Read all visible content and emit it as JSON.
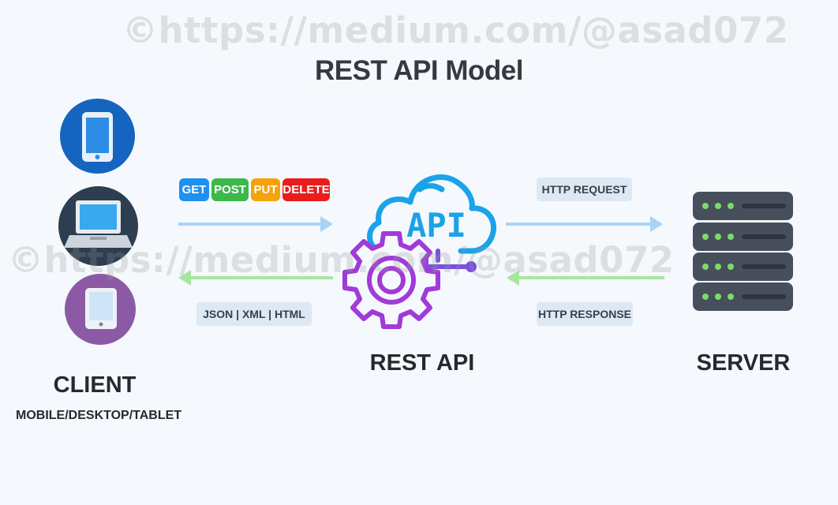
{
  "watermark": "©https://medium.com/@asad072",
  "title": "REST API Model",
  "client": {
    "label": "CLIENT",
    "sublabel": "MOBILE/DESKTOP/TABLET",
    "devices": [
      "mobile-icon",
      "laptop-icon",
      "tablet-icon"
    ]
  },
  "methods": [
    "GET",
    "POST",
    "PUT",
    "DELETE"
  ],
  "response_formats": "JSON | XML | HTML",
  "api": {
    "label": "REST API",
    "logo_text": "API"
  },
  "server": {
    "label": "SERVER"
  },
  "http_request": "HTTP REQUEST",
  "http_response": "HTTP RESPONSE",
  "colors": {
    "request_arrow": "#a9d2f7",
    "response_arrow": "#a8e6a0",
    "gear": "#a03ad8",
    "cloud": "#1aa3e8",
    "server": "#464f5b",
    "server_led": "#7ddb69"
  }
}
